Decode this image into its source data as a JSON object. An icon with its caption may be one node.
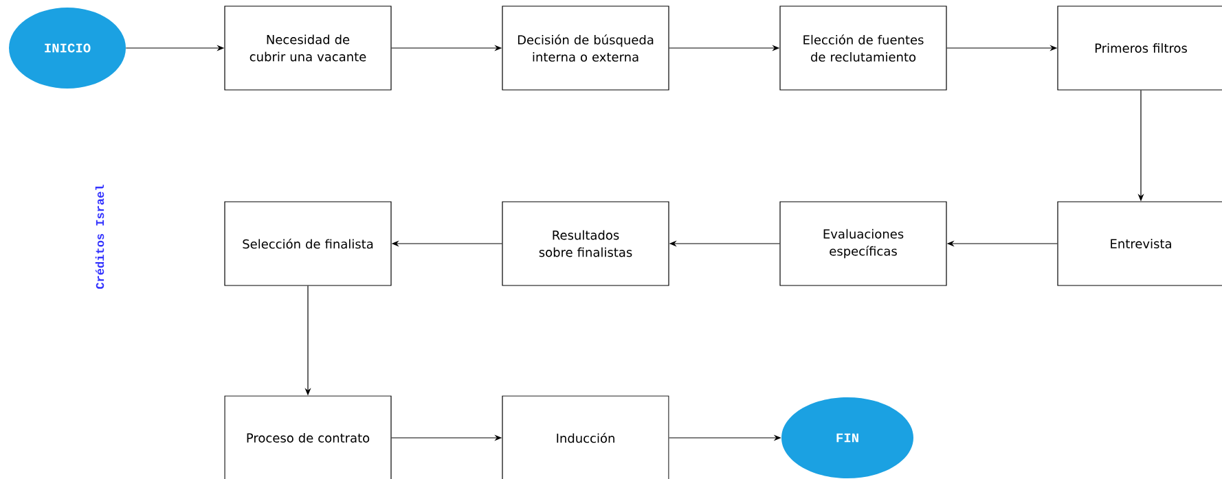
{
  "diagram": {
    "nodes": [
      {
        "text": [
          "INICIO"
        ]
      },
      {
        "text": [
          "Necesidad de cubrir una vacante"
        ]
      },
      {
        "text": [
          "Decisión de búsqueda interna o externa"
        ]
      },
      {
        "text": [
          "Elección de fuentes de reclutamiento"
        ]
      },
      {
        "text": [
          "Primeros filtros"
        ]
      },
      {
        "text": [
          "Entrevista"
        ]
      },
      {
        "text": [
          "Evaluaciones específicas"
        ]
      },
      {
        "text": [
          "Resultados sobre finalistas"
        ]
      },
      {
        "text": [
          "Selección de finalista"
        ]
      },
      {
        "text": [
          "Proceso de contrato"
        ]
      },
      {
        "text": [
          "Inducción"
        ]
      },
      {
        "text": [
          "FIN"
        ]
      }
    ],
    "edges": [
      {
        "from": 0,
        "to": 1,
        "arrow": "to"
      },
      {
        "from": 1,
        "to": 2,
        "arrow": "to"
      },
      {
        "from": 2,
        "to": 3,
        "arrow": "to"
      },
      {
        "from": 3,
        "to": 4,
        "arrow": "to"
      },
      {
        "from": 4,
        "to": 5,
        "arrow": "to"
      },
      {
        "from": 5,
        "to": 6,
        "arrow": "to"
      },
      {
        "from": 6,
        "to": 7,
        "arrow": "to"
      },
      {
        "from": 7,
        "to": 8,
        "arrow": "to"
      },
      {
        "from": 8,
        "to": 9,
        "arrow": "to"
      },
      {
        "from": 9,
        "to": 10,
        "arrow": "to"
      },
      {
        "from": 10,
        "to": 11,
        "arrow": "to"
      }
    ],
    "labels": [
      "Créditos Israel"
    ]
  }
}
